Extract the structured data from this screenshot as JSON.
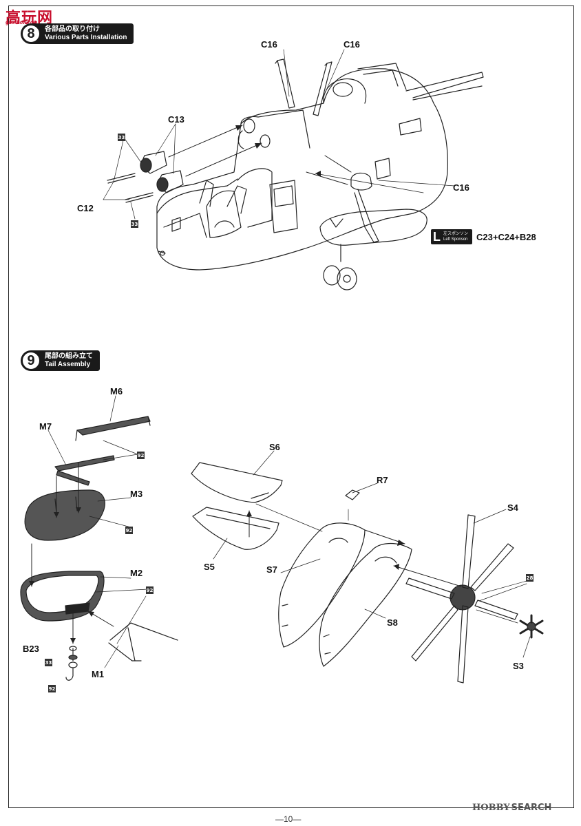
{
  "watermark": {
    "text": "高玩网",
    "sub": "gaoshow.com"
  },
  "step8": {
    "number": "8",
    "title_jp": "各部品の取り付け",
    "title_en": "Various Parts Installation",
    "labels": {
      "c16_a": "C16",
      "c16_b": "C16",
      "c16_c": "C16",
      "c13": "C13",
      "c12": "C12"
    },
    "glue_marks": [
      "33",
      "33"
    ],
    "sponson": {
      "letter": "L",
      "title_jp": "左スポンソン",
      "title_en": "Left Sponson",
      "parts": "C23+C24+B28"
    }
  },
  "step9": {
    "number": "9",
    "title_jp": "尾部の組み立て",
    "title_en": "Tail Assembly",
    "labels": {
      "m6": "M6",
      "m7": "M7",
      "m3": "M3",
      "m2": "M2",
      "m1": "M1",
      "b23": "B23",
      "s6": "S6",
      "s5": "S5",
      "s7": "S7",
      "s8": "S8",
      "r7": "R7",
      "s4": "S4",
      "s3": "S3"
    },
    "glue_marks": [
      "92",
      "92",
      "92",
      "33",
      "92",
      "28"
    ]
  },
  "footer": {
    "logo_left": "HOBBY",
    "logo_right": "SEARCH",
    "page": "—10—"
  }
}
